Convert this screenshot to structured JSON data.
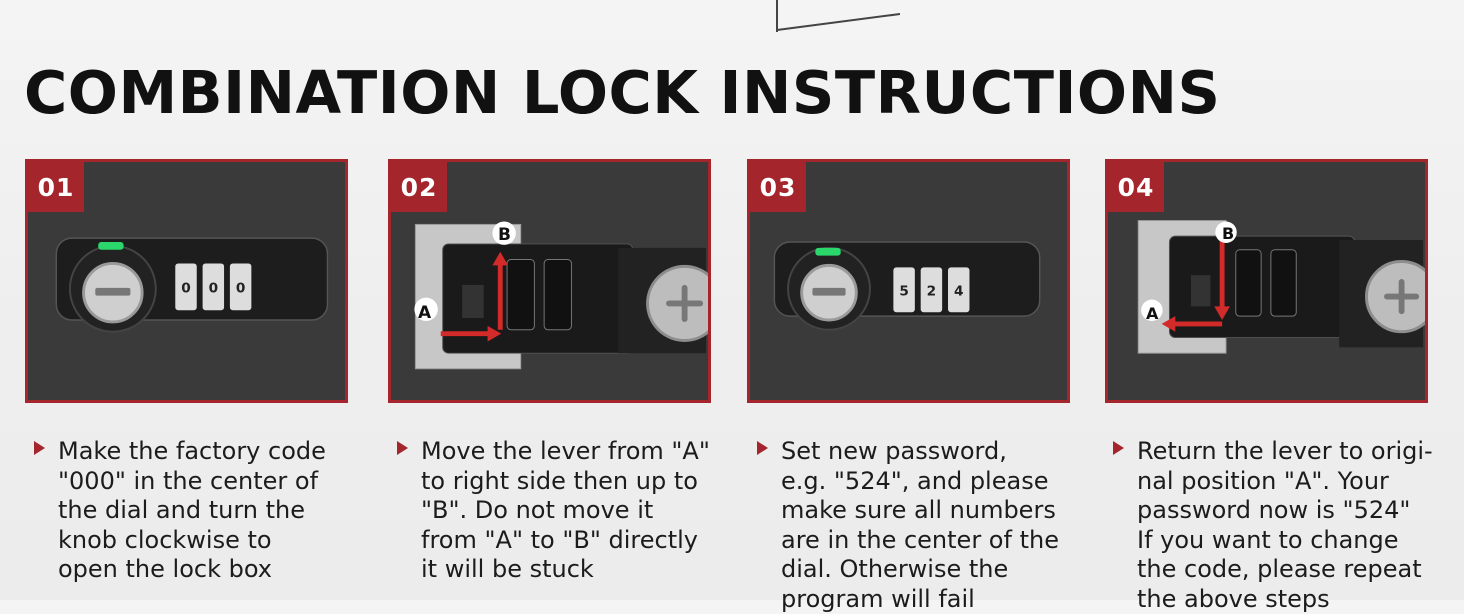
{
  "title": "COMBINATION LOCK INSTRUCTIONS",
  "colors": {
    "accent": "#a4262c",
    "panel": "#3a3a3a",
    "text": "#1c1c1c"
  },
  "steps": [
    {
      "number": "01",
      "lines": [
        "Make the factory code",
        "\"000\" in the center of",
        "the dial and turn the",
        "knob clockwise to",
        "open the lock box"
      ]
    },
    {
      "number": "02",
      "labels": [
        "A",
        "B"
      ],
      "lines": [
        "Move the lever from \"A\"",
        "to right side then up to",
        "\"B\". Do not move it",
        "from \"A\" to \"B\" directly",
        "it will be stuck"
      ]
    },
    {
      "number": "03",
      "lines": [
        "Set new password,",
        "e.g. \"524\", and please",
        "make sure all numbers",
        "are in the center of the",
        "dial. Otherwise the",
        "program will fail"
      ]
    },
    {
      "number": "04",
      "labels": [
        "A",
        "B"
      ],
      "lines": [
        "Return the lever to origi-",
        "nal position \"A\". Your",
        "password now is \"524\"",
        "If you want to change",
        "the code, please repeat",
        "the above steps"
      ]
    }
  ]
}
